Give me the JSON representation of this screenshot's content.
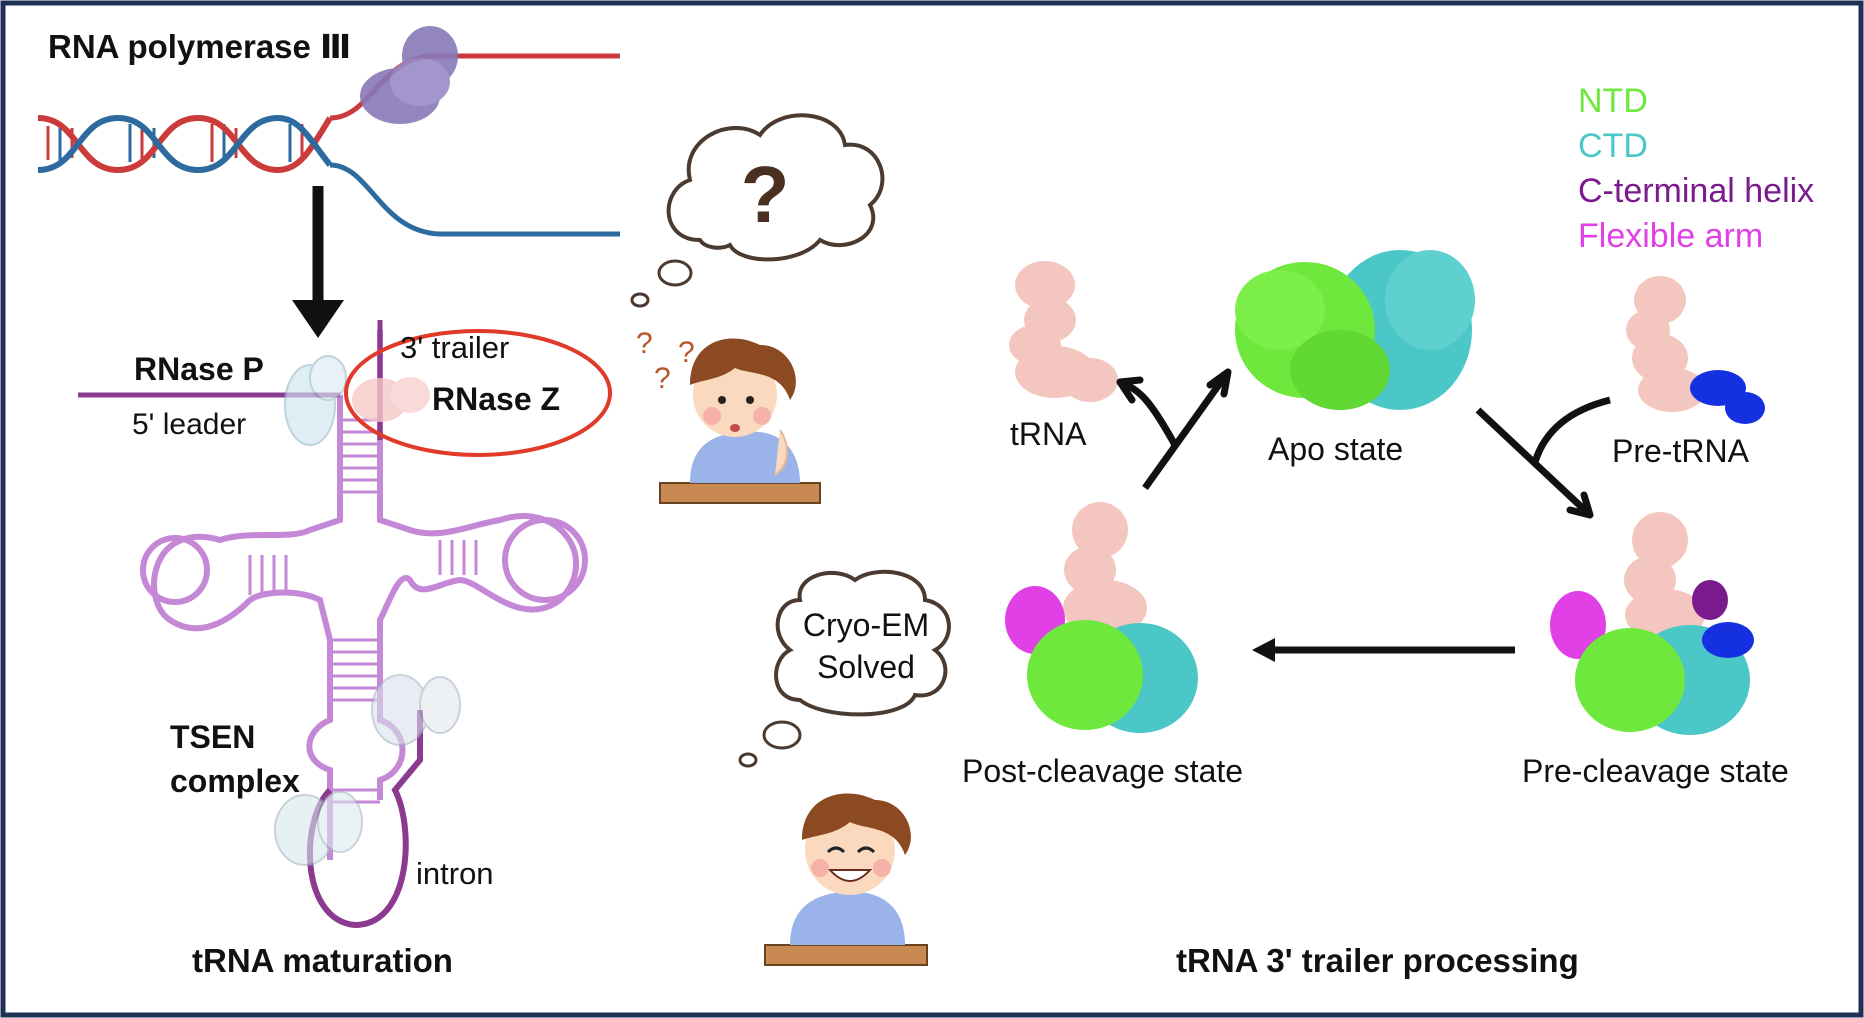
{
  "left_panel": {
    "polymerase_label": "RNA polymerase Ⅲ",
    "rnase_p_label": "RNase P",
    "leader_label": "5' leader",
    "trailer_label": "3' trailer",
    "rnase_z_label": "RNase Z",
    "tsen_line1": "TSEN",
    "tsen_line2": "complex",
    "intron_label": "intron",
    "footer": "tRNA maturation"
  },
  "thought_bubbles": {
    "question_mark": "?",
    "small_marks": [
      "?",
      "?",
      "?"
    ],
    "solved_line1": "Cryo-EM",
    "solved_line2": "Solved"
  },
  "legend": {
    "items": [
      {
        "label": "NTD",
        "color": "#6ee83c"
      },
      {
        "label": "CTD",
        "color": "#4cc7c7"
      },
      {
        "label": "C-terminal helix",
        "color": "#7a1a8c"
      },
      {
        "label": "Flexible arm",
        "color": "#e040e6"
      }
    ]
  },
  "cycle": {
    "trna_label": "tRNA",
    "apo_label": "Apo state",
    "pre_trna_label": "Pre-tRNA",
    "pre_cleavage_label": "Pre-cleavage state",
    "post_cleavage_label": "Post-cleavage state",
    "footer": "tRNA 3' trailer processing"
  },
  "colors": {
    "border": "#1f2f55",
    "dna_red": "#cc3b3b",
    "dna_blue": "#2d6aa0",
    "trna_purple": "#c488d6",
    "rna_dark": "#8b3a8f",
    "rnase_z_ring": "#e03a2a",
    "trna_pink": "#f4c6c0",
    "trailer_blue": "#1530e0",
    "polymerase": "#8878b8"
  }
}
